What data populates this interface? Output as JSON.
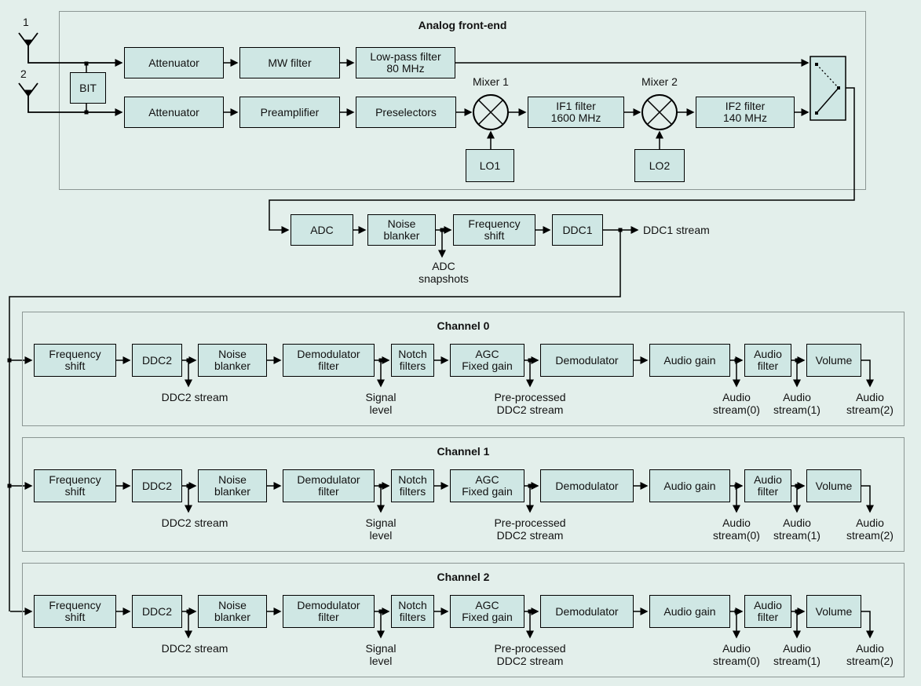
{
  "colors": {
    "background": "#e3efeb",
    "block_fill": "#cfe7e4",
    "block_border": "#000000",
    "container_border": "#8b9693",
    "wire": "#000000"
  },
  "antennas": {
    "antenna1": "1",
    "antenna2": "2"
  },
  "front_end": {
    "title": "Analog front-end",
    "mixer1_label": "Mixer 1",
    "mixer2_label": "Mixer 2",
    "blocks": {
      "bit": "BIT",
      "attenuator": "Attenuator",
      "mw_filter": "MW filter",
      "low_pass_filter": "Low-pass filter\n80 MHz",
      "preamplifier": "Preamplifier",
      "preselectors": "Preselectors",
      "if1_filter": "IF1 filter\n1600 MHz",
      "if2_filter": "IF2 filter\n140 MHz",
      "lo1": "LO1",
      "lo2": "LO2"
    }
  },
  "adc_row": {
    "adc": "ADC",
    "noise_blanker": "Noise\nblanker",
    "frequency_shift": "Frequency\nshift",
    "ddc1": "DDC1",
    "ddc1_stream_label": "DDC1 stream",
    "adc_snapshots_label": "ADC\nsnapshots"
  },
  "channels": [
    {
      "title": "Channel 0"
    },
    {
      "title": "Channel 1"
    },
    {
      "title": "Channel 2"
    }
  ],
  "channel_blocks": {
    "frequency_shift": "Frequency\nshift",
    "ddc2": "DDC2",
    "noise_blanker": "Noise\nblanker",
    "demodulator_filter": "Demodulator\nfilter",
    "notch_filters": "Notch\nfilters",
    "agc": "AGC\nFixed gain",
    "demodulator": "Demodulator",
    "audio_gain": "Audio gain",
    "audio_filter": "Audio\nfilter",
    "volume": "Volume"
  },
  "channel_labels": {
    "ddc2_stream": "DDC2 stream",
    "signal_level": "Signal\nlevel",
    "preprocessed": "Pre-processed\nDDC2 stream",
    "audio_stream_0": "Audio\nstream(0)",
    "audio_stream_1": "Audio\nstream(1)",
    "audio_stream_2": "Audio\nstream(2)"
  }
}
